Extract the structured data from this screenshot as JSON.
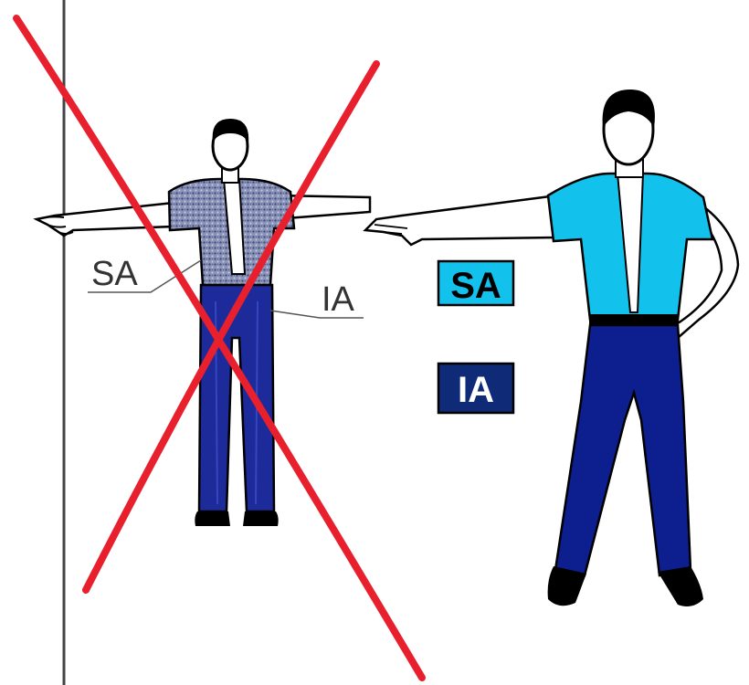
{
  "colors": {
    "upper_garment_incorrect": "#6f7a9e",
    "upper_garment_correct": "#13c2ec",
    "lower_garment": "#1d2a99",
    "cross_mark": "#e8202e",
    "label_sa_box": "#13c2ec",
    "label_ia_box": "#0f2a77",
    "outline": "#000000"
  },
  "incorrect_figure": {
    "label_sa": "SA",
    "label_ia": "IA",
    "mark": "x-cross"
  },
  "correct_figure": {
    "label_sa": "SA",
    "label_ia": "IA"
  }
}
